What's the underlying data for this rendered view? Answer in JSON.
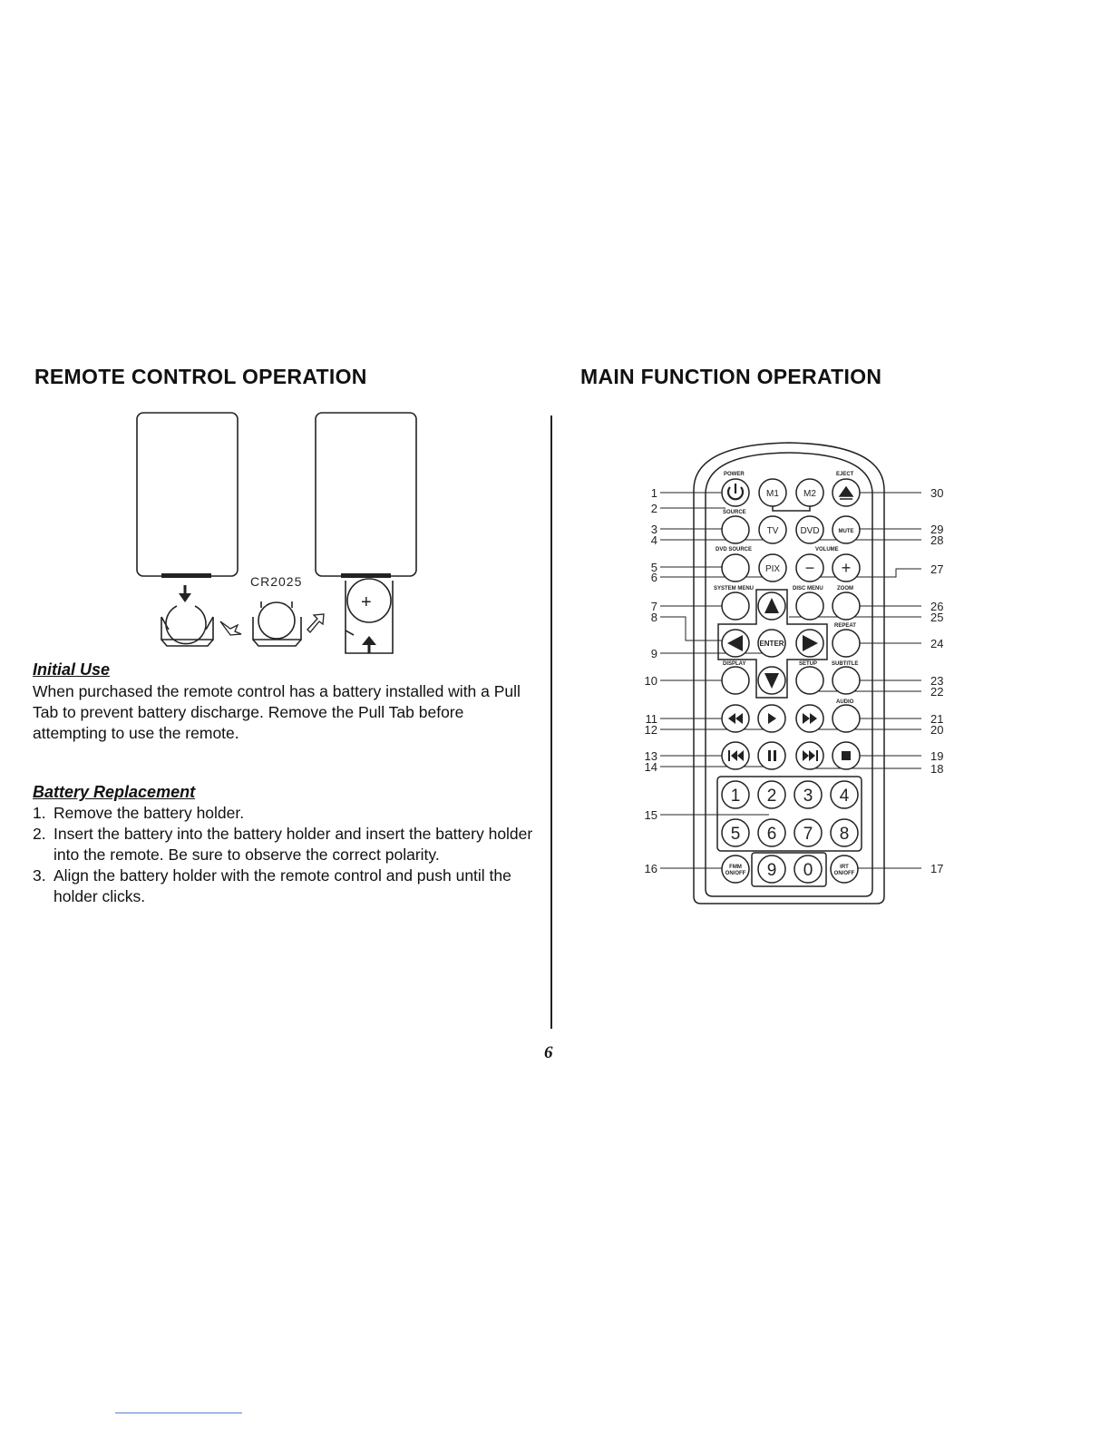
{
  "left": {
    "title": "REMOTE CONTROL OPERATION",
    "battery_label": "CR2025",
    "battery_plus": "+",
    "initial_use": {
      "heading": "Initial Use",
      "text": "When purchased the remote control has a battery installed with a Pull Tab to prevent battery discharge. Remove the Pull Tab before attempting to use the remote."
    },
    "battery_replacement": {
      "heading": "Battery Replacement",
      "steps": [
        {
          "num": "1.",
          "text": "Remove the battery holder."
        },
        {
          "num": "2.",
          "text": "Insert the battery into the battery holder and insert the battery holder into the remote. Be sure to observe the correct polarity."
        },
        {
          "num": "3.",
          "text": "Align the battery holder with the remote control and push until the holder clicks."
        }
      ]
    }
  },
  "right": {
    "title": "MAIN FUNCTION OPERATION",
    "remote": {
      "labels": {
        "power": "POWER",
        "eject": "EJECT",
        "source": "SOURCE",
        "dvd_source": "DVD SOURCE",
        "volume": "VOLUME",
        "system_menu": "SYSTEM MENU",
        "disc_menu": "DISC MENU",
        "zoom": "ZOOM",
        "repeat": "REPEAT",
        "display": "DISPLAY",
        "setup": "SETUP",
        "subtitle": "SUBTITLE",
        "audio": "AUDIO"
      },
      "buttons": {
        "m1": "M1",
        "m2": "M2",
        "tv": "TV",
        "dvd": "DVD",
        "mute": "MUTE",
        "pix": "PIX",
        "minus": "−",
        "plus": "+",
        "enter": "ENTER",
        "fmm_1": "FMM",
        "fmm_2": "ON/OFF",
        "irt_1": "IRT",
        "irt_2": "ON/OFF"
      },
      "digits": [
        "1",
        "2",
        "3",
        "4",
        "5",
        "6",
        "7",
        "8",
        "9",
        "0"
      ],
      "callouts_left": [
        "1",
        "2",
        "3",
        "4",
        "5",
        "6",
        "7",
        "8",
        "9",
        "10",
        "11",
        "12",
        "13",
        "14",
        "15",
        "16"
      ],
      "callouts_right": [
        "30",
        "29",
        "28",
        "27",
        "26",
        "25",
        "24",
        "23",
        "22",
        "21",
        "20",
        "19",
        "18",
        "17"
      ]
    }
  },
  "page_number": "6"
}
